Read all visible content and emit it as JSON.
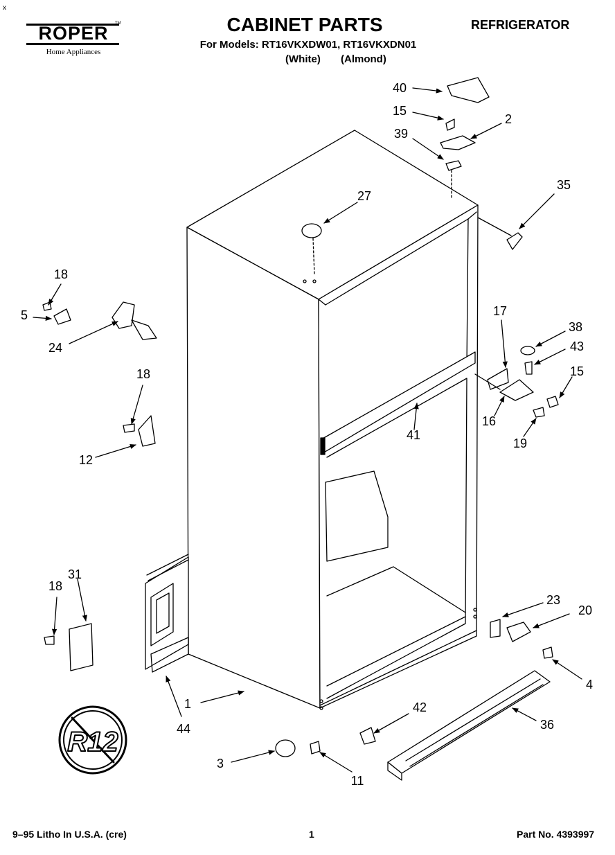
{
  "header": {
    "corner_mark": "x",
    "brand": "ROPER",
    "brand_trademark": "TM",
    "brand_subtitle": "Home Appliances",
    "title": "CABINET PARTS",
    "product": "REFRIGERATOR",
    "models_line": "For Models: RT16VKXDW01, RT16VKXDN01",
    "variant_white": "(White)",
    "variant_almond": "(Almond)"
  },
  "diagram": {
    "callouts": [
      "40",
      "15",
      "2",
      "39",
      "35",
      "27",
      "18",
      "5",
      "24",
      "17",
      "38",
      "43",
      "15",
      "16",
      "41",
      "19",
      "18",
      "12",
      "23",
      "20",
      "4",
      "18",
      "31",
      "1",
      "44",
      "42",
      "36",
      "3",
      "11"
    ],
    "no_r12_logo_text": "R12"
  },
  "footer": {
    "print_info": "9–95 Litho In U.S.A. (cre)",
    "page_number": "1",
    "part_number": "Part No. 4393997"
  },
  "colors": {
    "ink": "#000000",
    "paper": "#ffffff"
  }
}
